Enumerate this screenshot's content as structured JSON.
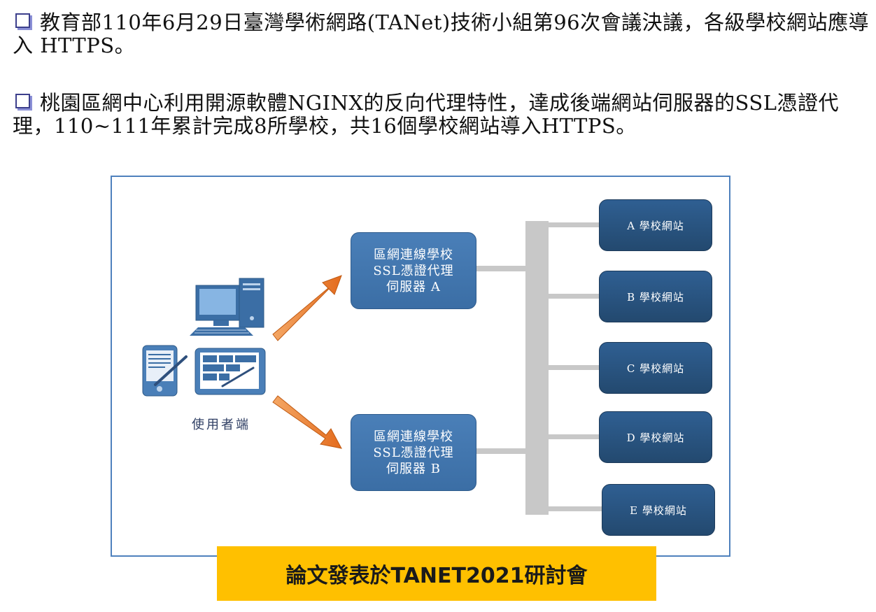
{
  "bullets": [
    {
      "text": "教育部110年6月29日臺灣學術網路(TANet)技術小組第96次會議決議，各級學校網站應導入 HTTPS。"
    },
    {
      "text": "桃園區網中心利用開源軟體NGINX的反向代理特性，達成後端網站伺服器的SSL憑證代理，110~111年累計完成8所學校，共16個學校網站導入HTTPS。"
    }
  ],
  "diagram": {
    "user_label": "使用者端",
    "proxies": [
      {
        "lines": [
          "區網連線學校",
          "SSL憑證代理",
          "伺服器 A"
        ]
      },
      {
        "lines": [
          "區網連線學校",
          "SSL憑證代理",
          "伺服器 B"
        ]
      }
    ],
    "sites": [
      "A 學校網站",
      "B 學校網站",
      "C 學校網站",
      "D 學校網站",
      "E 學校網站"
    ],
    "colors": {
      "proxy_box": "#3b6ea5",
      "site_box": "#2a5584",
      "arrow": "#ed7d31",
      "connector": "#c8c8c8",
      "frame": "#4f81bd",
      "banner": "#ffc000"
    }
  },
  "banner": {
    "text": "論文發表於TANET2021研討會"
  }
}
